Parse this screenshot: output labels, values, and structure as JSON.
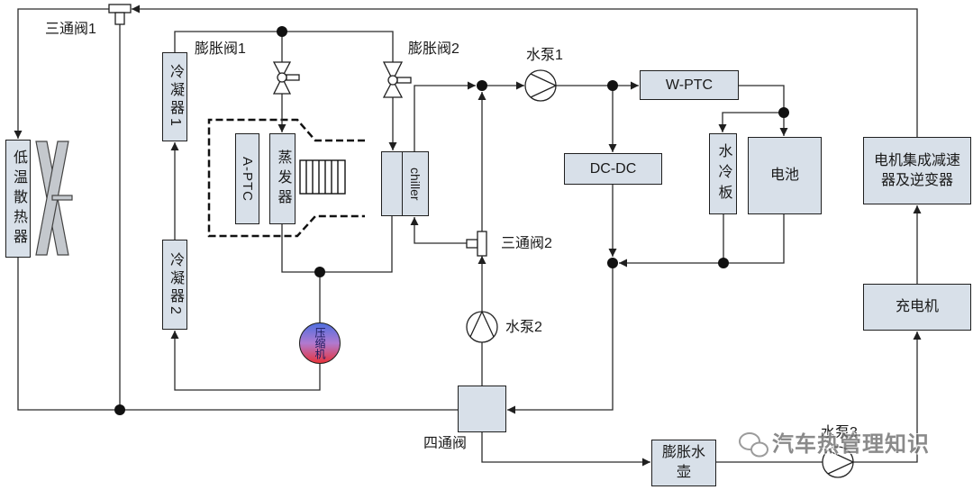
{
  "labels": {
    "three_way_valve_1": "三通阀1",
    "expansion_valve_1": "膨胀阀1",
    "expansion_valve_2": "膨胀阀2",
    "water_pump_1": "水泵1",
    "three_way_valve_2": "三通阀2",
    "water_pump_2": "水泵2",
    "four_way_valve": "四通阀",
    "water_pump_3": "水泵3"
  },
  "components": {
    "low_temp_radiator": "低温散热器",
    "condenser_1": "冷凝器1",
    "condenser_2": "冷凝器2",
    "a_ptc": "A-PTC",
    "evaporator": "蒸发器",
    "chiller": "chiller",
    "compressor": "压缩机",
    "w_ptc": "W-PTC",
    "dc_dc": "DC-DC",
    "cold_plate": "水冷板",
    "battery": "电池",
    "motor_inverter": "电机集成减速器及逆变器",
    "charger": "充电机",
    "expansion_tank": "膨胀水壶"
  },
  "watermark": {
    "text": "汽车热管理知识",
    "icon": "wechat-icon"
  },
  "symbols": [
    "fan-icon",
    "expansion-valve-icon",
    "three-way-valve-icon",
    "water-pump-icon",
    "heater-core-icon",
    "junction-dot",
    "flow-arrow"
  ],
  "colors": {
    "component_fill": "#d8e0e9",
    "line": "#2b2b2b",
    "compressor_top": "#4f6fe0",
    "compressor_mid": "#b07ad0",
    "compressor_bottom": "#e8333b",
    "fan_fill": "#c4c8cd",
    "watermark": "#6e6e6e"
  }
}
